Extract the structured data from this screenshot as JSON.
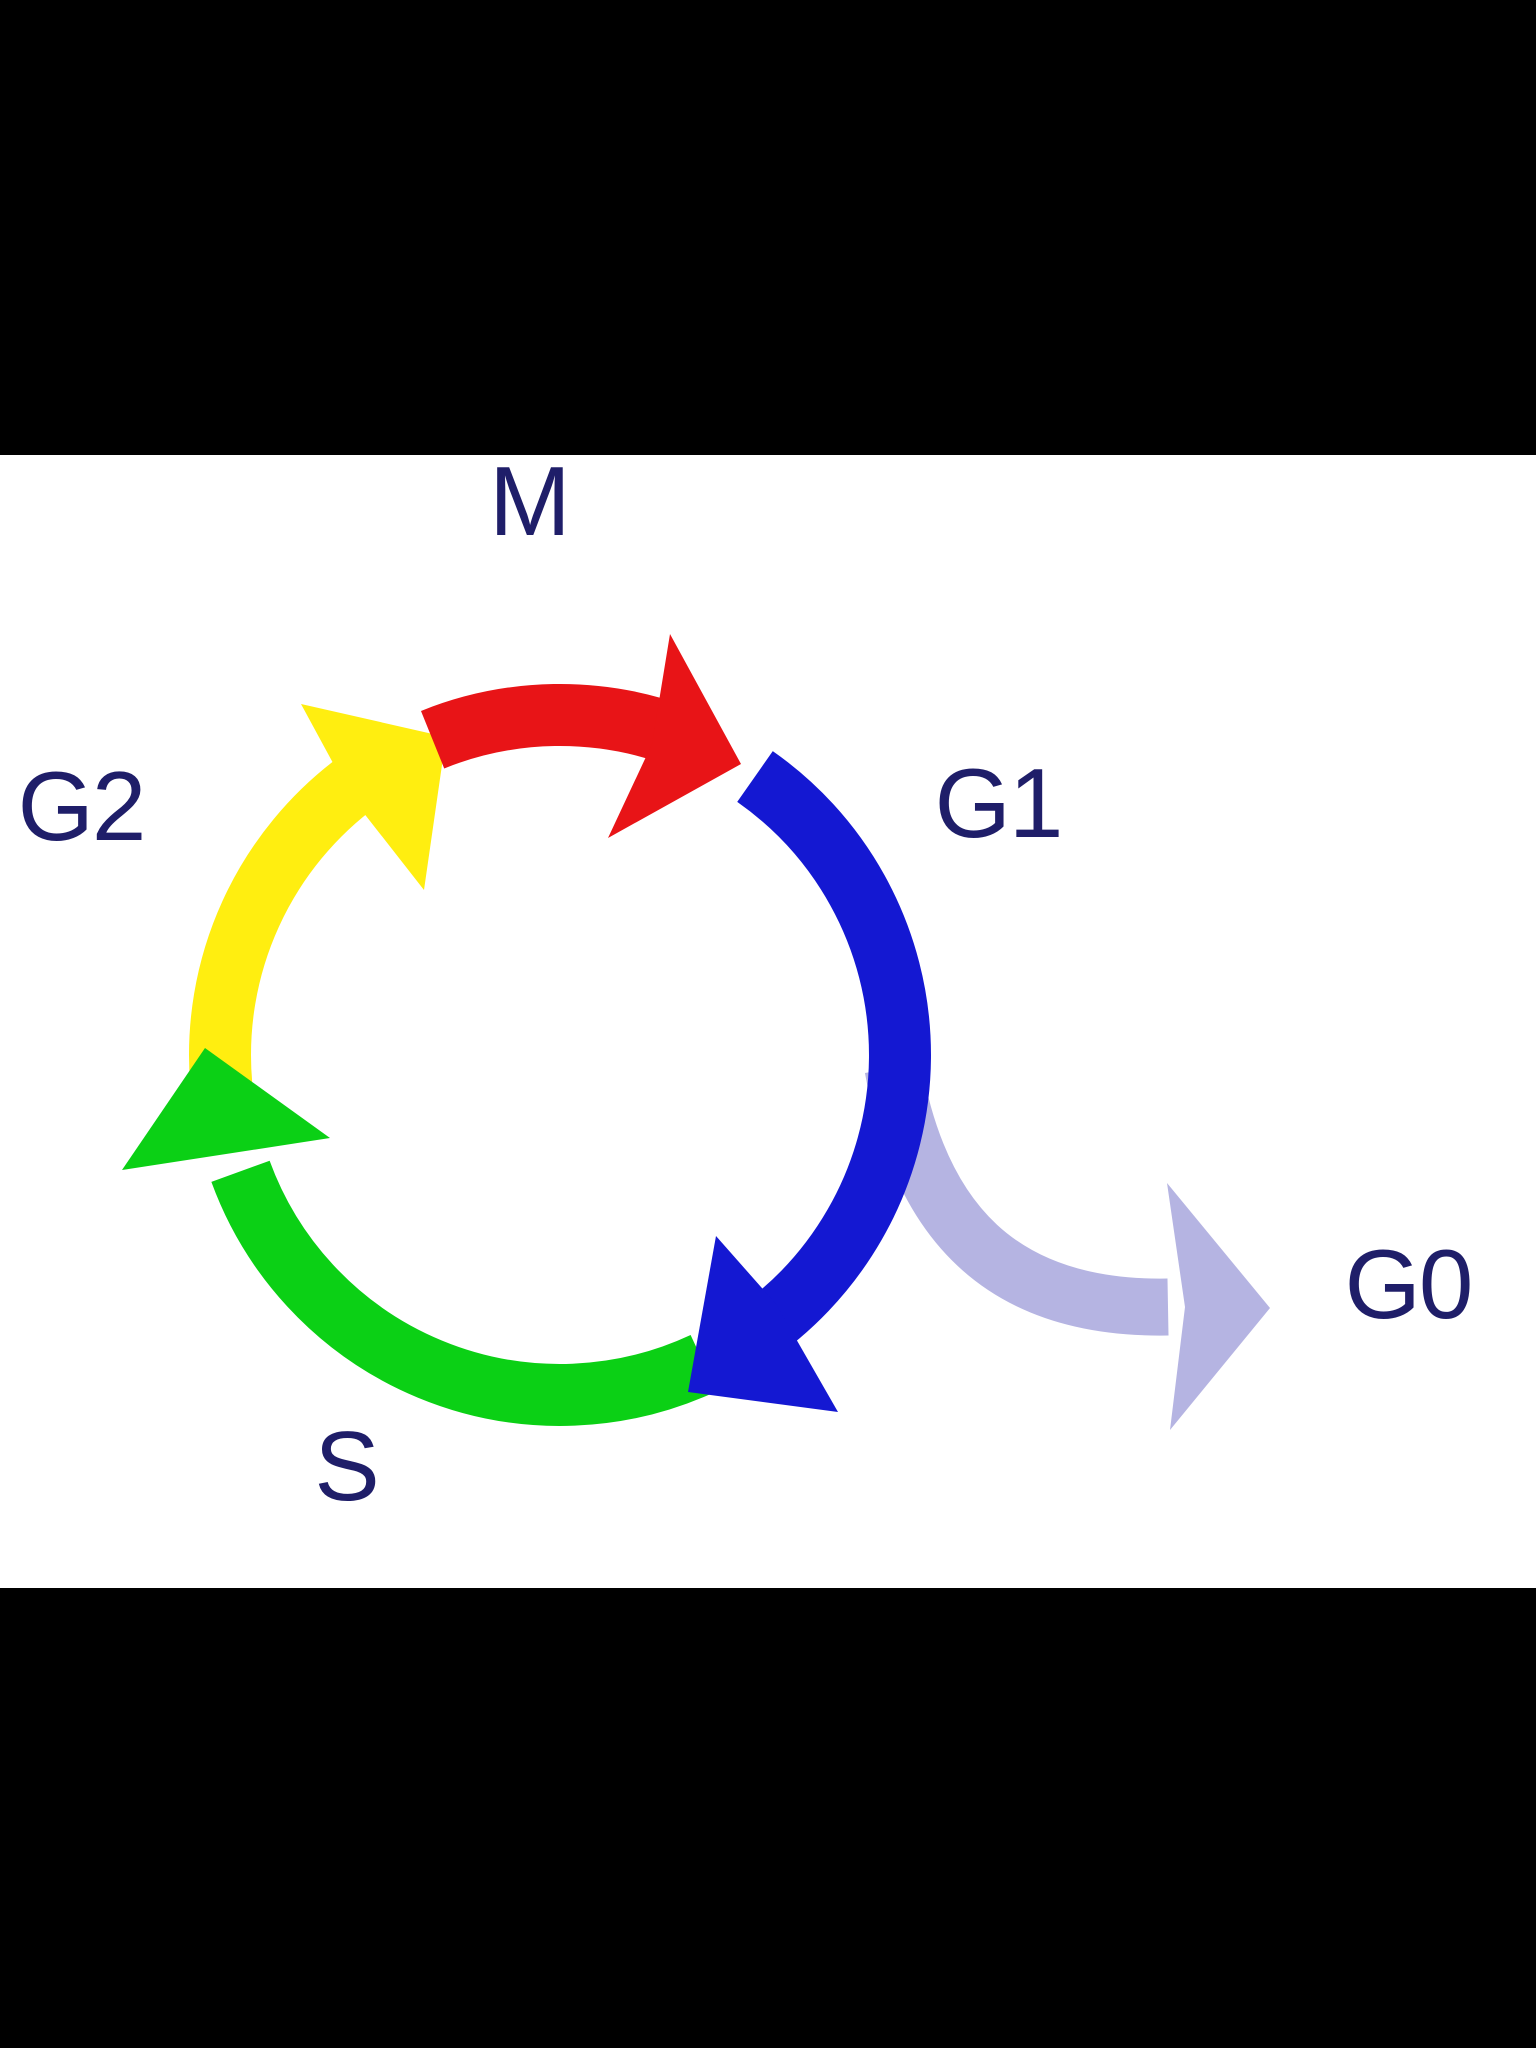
{
  "diagram": {
    "title": "cell-cycle-diagram",
    "background_color": "#000000",
    "canvas_color": "#ffffff",
    "text_color": "#1f1e69",
    "phases": [
      {
        "id": "m",
        "label": "M",
        "color": "#e81417",
        "position": "top"
      },
      {
        "id": "g1",
        "label": "G1",
        "color": "#1418d2",
        "position": "right"
      },
      {
        "id": "s",
        "label": "S",
        "color": "#0bd015",
        "position": "bottom-left"
      },
      {
        "id": "g2",
        "label": "G2",
        "color": "#ffee10",
        "position": "left"
      },
      {
        "id": "g0",
        "label": "G0",
        "color": "#b5b4e2",
        "position": "outside-right"
      }
    ],
    "flow": "G1 -> S -> G2 -> M (clockwise circle), G0 exits from G1"
  }
}
